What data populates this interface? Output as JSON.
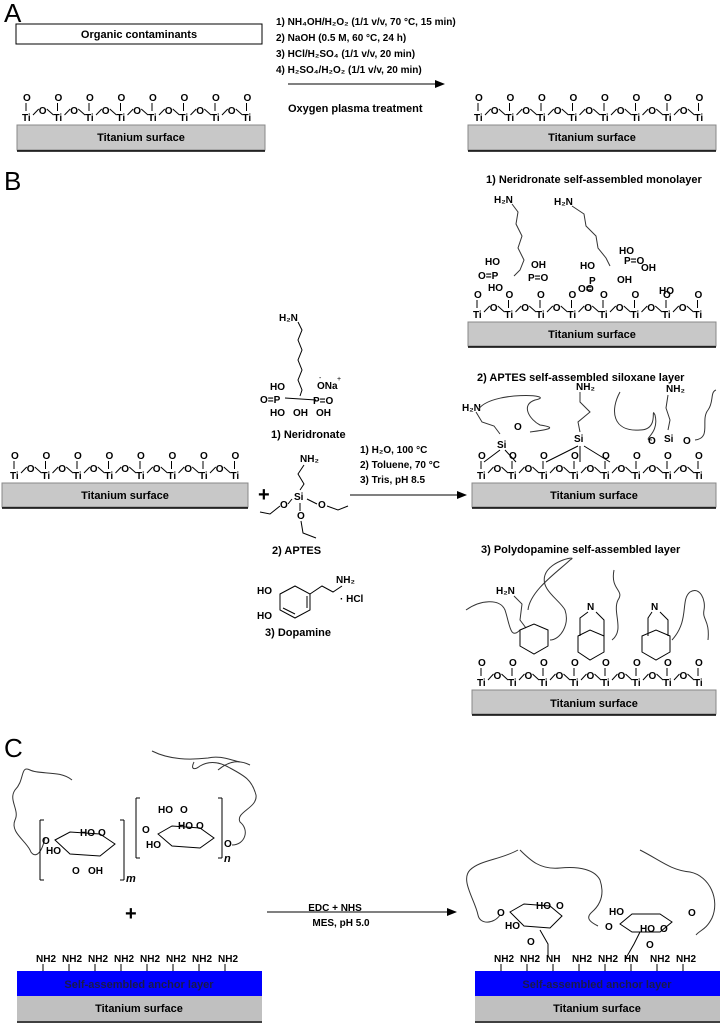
{
  "figure": {
    "panels": [
      {
        "letter": "A"
      },
      {
        "letter": "B"
      },
      {
        "letter": "C"
      }
    ]
  },
  "panelA": {
    "contaminant_box": "Organic contaminants",
    "surface_label": "Titanium surface",
    "steps": [
      "1) NH₄OH/H₂O₂ (1/1 v/v, 70 °C, 15 min)",
      "2) NaOH (0.5 M, 60 °C, 24 h)",
      "3) HCl/H₂SO₄ (1/1 v/v, 20 min)",
      "4) H₂SO₄/H₂O₂ (1/1 v/v, 20 min)"
    ],
    "alt_treatment": "Oxygen plasma treatment",
    "product_surface_label": "Titanium surface"
  },
  "panelB": {
    "start_surface_label": "Titanium surface",
    "plus": "+",
    "reagents": [
      {
        "name": "1) Neridronate",
        "groups": [
          "H₂N",
          "HO",
          "O=P",
          "HO",
          "OH",
          "ONa",
          "P=O",
          "OH"
        ]
      },
      {
        "name": "2) APTES",
        "groups": [
          "NH₂",
          "Si",
          "O"
        ]
      },
      {
        "name": "3) Dopamine",
        "groups": [
          "HO",
          "HO",
          "NH₂",
          "· HCl"
        ]
      }
    ],
    "conditions": [
      "1) H₂O, 100 °C",
      "2) Toluene, 70 °C",
      "3) Tris, pH 8.5"
    ],
    "products": [
      {
        "title": "1) Neridronate self-assembled monolayer",
        "surface_label": "Titanium surface"
      },
      {
        "title": "2) APTES self-assembled siloxane layer",
        "surface_label": "Titanium surface"
      },
      {
        "title": "3) Polydopamine self-assembled layer",
        "surface_label": "Titanium surface"
      }
    ]
  },
  "panelC": {
    "polymer_subscripts": [
      "m",
      "n"
    ],
    "plus": "+",
    "amine_labels": [
      "NH2",
      "NH2",
      "NH2",
      "NH2",
      "NH2",
      "NH2",
      "NH2",
      "NH2"
    ],
    "anchor_layer_label": "Self-assembled anchor layer",
    "surface_label": "Titanium surface",
    "conditions_top": "EDC + NHS",
    "conditions_bottom": "MES, pH 5.0",
    "product_amine_labels": [
      "NH2",
      "NH2",
      "NH",
      "NH2",
      "NH2",
      "HN",
      "NH2",
      "NH2"
    ],
    "product_anchor_label": "Self-assembled anchor layer",
    "product_surface_label": "Titanium surface",
    "colors": {
      "anchor_layer": "#0000ff",
      "titanium": "#c0c0c0"
    }
  },
  "atoms": {
    "Ti": "Ti",
    "O": "O",
    "H": "H",
    "OH": "OH",
    "HO": "HO",
    "N": "N",
    "H2N": "H₂N",
    "NH2": "NH₂",
    "Si": "Si"
  }
}
